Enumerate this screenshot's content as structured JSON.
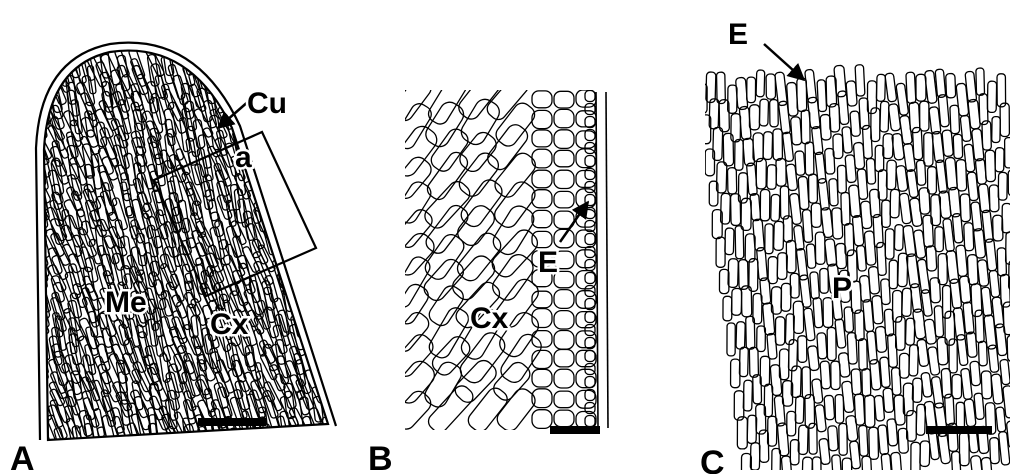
{
  "figure": {
    "panels": [
      {
        "letter": "A",
        "labels": {
          "cuticle": "Cu",
          "inset": "a",
          "medulla": "Me",
          "cortex": "Cx"
        }
      },
      {
        "letter": "B",
        "labels": {
          "epidermis": "E",
          "cortex": "Cx"
        }
      },
      {
        "letter": "C",
        "labels": {
          "epidermis": "E",
          "parenchyma": "P"
        }
      }
    ],
    "colors": {
      "ink": "#000000",
      "background": "#ffffff"
    }
  }
}
